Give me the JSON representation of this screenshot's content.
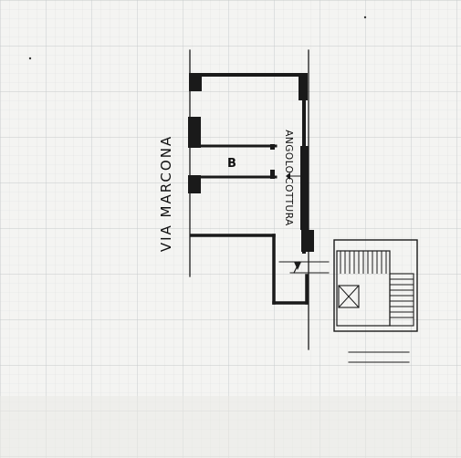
{
  "plan": {
    "street_label": "VIA MARCONA",
    "room_label": "B",
    "kitchen_label": "ANGOLO COTTURA"
  },
  "colors": {
    "paper": "#f4f4f2",
    "grid_fine": "#d9dcdc",
    "grid_major": "#c4c8c8",
    "ink": "#1a1a1a"
  }
}
